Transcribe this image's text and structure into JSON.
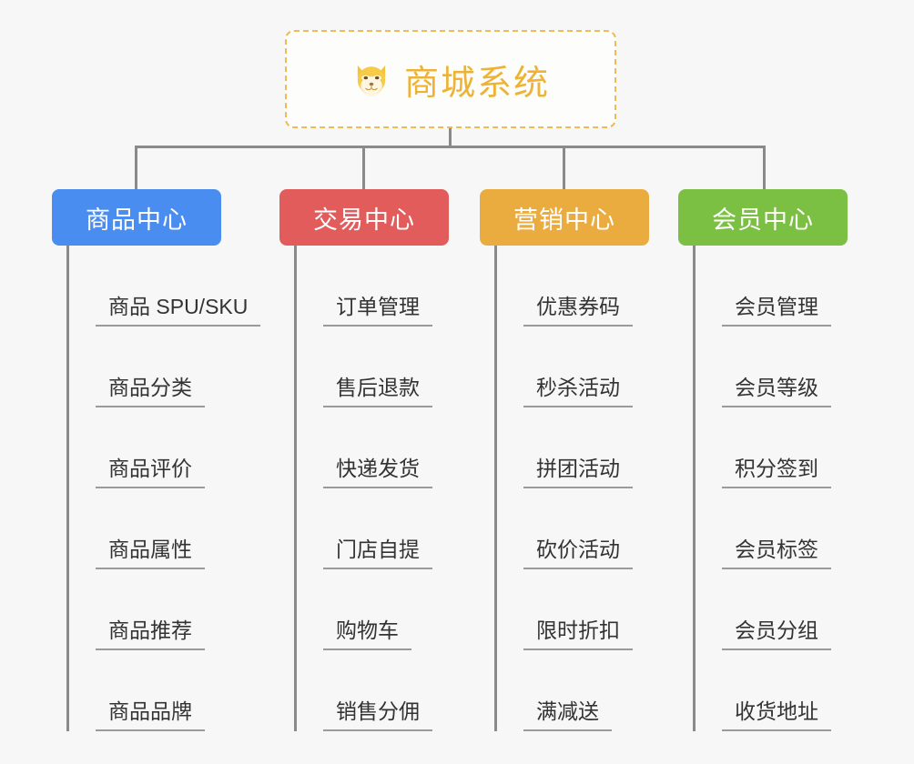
{
  "background_color": "#f7f7f7",
  "root": {
    "title": "商城系统",
    "icon": "dog-face-emoji",
    "border_color": "#eebb55",
    "text_color": "#eeb236"
  },
  "connector_color": "#8a8a8a",
  "columns": [
    {
      "id": "product-center",
      "label": "商品中心",
      "color": "#4a8df0",
      "items": [
        "商品 SPU/SKU",
        "商品分类",
        "商品评价",
        "商品属性",
        "商品推荐",
        "商品品牌"
      ]
    },
    {
      "id": "trade-center",
      "label": "交易中心",
      "color": "#e35c5c",
      "items": [
        "订单管理",
        "售后退款",
        "快递发货",
        "门店自提",
        "购物车",
        "销售分佣"
      ]
    },
    {
      "id": "marketing-center",
      "label": "营销中心",
      "color": "#eaac3e",
      "items": [
        "优惠券码",
        "秒杀活动",
        "拼团活动",
        "砍价活动",
        "限时折扣",
        "满减送"
      ]
    },
    {
      "id": "member-center",
      "label": "会员中心",
      "color": "#7bc043",
      "items": [
        "会员管理",
        "会员等级",
        "积分签到",
        "会员标签",
        "会员分组",
        "收货地址"
      ]
    }
  ]
}
